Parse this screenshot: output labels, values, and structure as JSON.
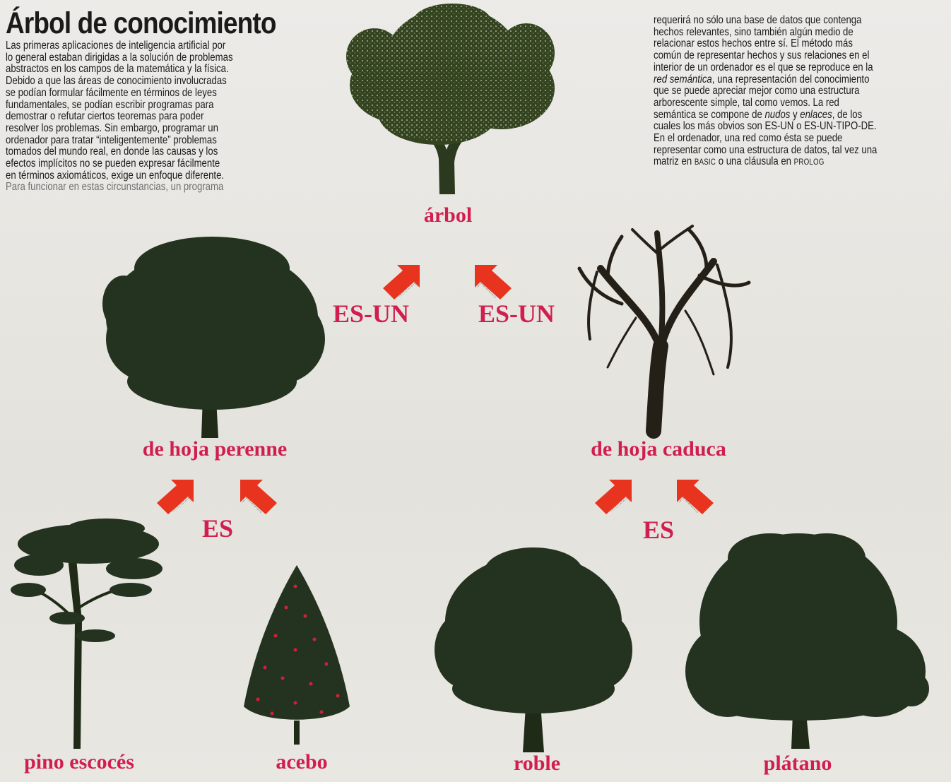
{
  "title": "Árbol de conocimiento",
  "colors": {
    "label": "#d11e4f",
    "arrow": "#e8331f",
    "tree": "#2b3a1f",
    "background": "#e9e7e2"
  },
  "text_left": [
    "Las primeras aplicaciones de inteligencia artificial por",
    "lo general estaban dirigidas a la solución de problemas",
    "abstractos en los campos de la matemática y la física.",
    "Debido a que las áreas de conocimiento involucradas",
    "se podían formular fácilmente en términos de leyes",
    "fundamentales, se podían escribir programas para",
    "demostrar o refutar ciertos teoremas para poder",
    "resolver los problemas. Sin embargo, programar un",
    "ordenador para tratar “inteligentemente” problemas",
    "tomados del mundo real, en donde las causas y los",
    "efectos implícitos no se pueden expresar fácilmente",
    "en términos axiomáticos, exige un enfoque diferente.",
    "Para funcionar en estas circunstancias, un programa"
  ],
  "text_right": {
    "l1": "requerirá no sólo una base de datos que contenga",
    "l2": "hechos relevantes, sino también algún medio de",
    "l3": "relacionar estos hechos entre sí. El método más",
    "l4": "común de representar hechos y sus relaciones en el",
    "l5": "interior de un ordenador es el que se reproduce en la",
    "l6_italic": "red semántica",
    "l6_rest": ", una representación del conocimiento",
    "l7": "que se puede apreciar mejor como una estructura",
    "l8": "arborescente simple, tal como vemos. La red",
    "l9_a": "semántica se compone de ",
    "l9_nudos": "nudos",
    "l9_y": " y ",
    "l9_enlaces": "enlaces",
    "l9_b": ", de los",
    "l10": "cuales los más obvios son ES-UN o ES-UN-TIPO-DE.",
    "l11": "En el ordenador, una red como ésta se puede",
    "l12": "representar como una estructura de datos, tal vez una",
    "l13_a": "matriz en ",
    "l13_basic": "BASIC",
    "l13_b": " o una cláusula en ",
    "l13_prolog": "PROLOG"
  },
  "nodes": {
    "arbol": "árbol",
    "perenne": "de hoja perenne",
    "caduca": "de hoja caduca",
    "pino": "pino escocés",
    "acebo": "acebo",
    "roble": "roble",
    "platano": "plátano"
  },
  "relations": {
    "es_un_left": "ES-UN",
    "es_un_right": "ES-UN",
    "es_left": "ES",
    "es_right": "ES"
  }
}
